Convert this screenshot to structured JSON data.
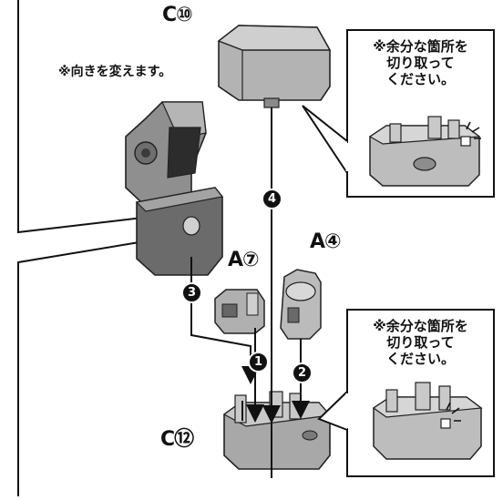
{
  "labels": {
    "part_top": "C⑩",
    "part_a7": "A⑦",
    "part_a4": "A④",
    "part_bottom": "C⑫",
    "rotate_note": "※向きを変えます。"
  },
  "callouts": [
    {
      "text": "※余分な箇所を\n切り取って\nください。"
    },
    {
      "text": "※余分な箇所を\n切り取って\nください。"
    }
  ],
  "steps": [
    "1",
    "2",
    "3",
    "4"
  ],
  "colors": {
    "part_light": "#b9b9b9",
    "part_dark": "#5a5a5a",
    "ink": "#111111"
  }
}
